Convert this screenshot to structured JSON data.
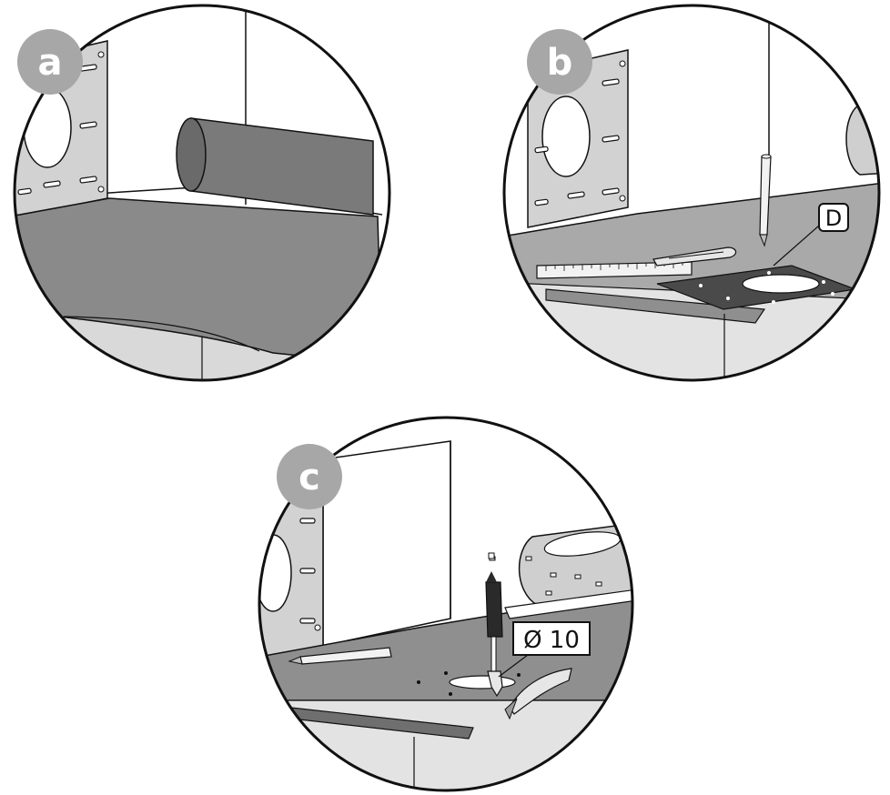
{
  "steps": [
    {
      "letter": "a"
    },
    {
      "letter": "b",
      "callout": "D"
    },
    {
      "letter": "c",
      "callout": "Ø 10"
    }
  ],
  "colors": {
    "badge": "#a7a7a7",
    "wall": "#ffffff",
    "board": "#8a8a8a",
    "sheet_dark": "#6f6f6f",
    "floor_front": "#d9d9d9",
    "gasket": "#4a4a4a",
    "outline": "#111111"
  }
}
